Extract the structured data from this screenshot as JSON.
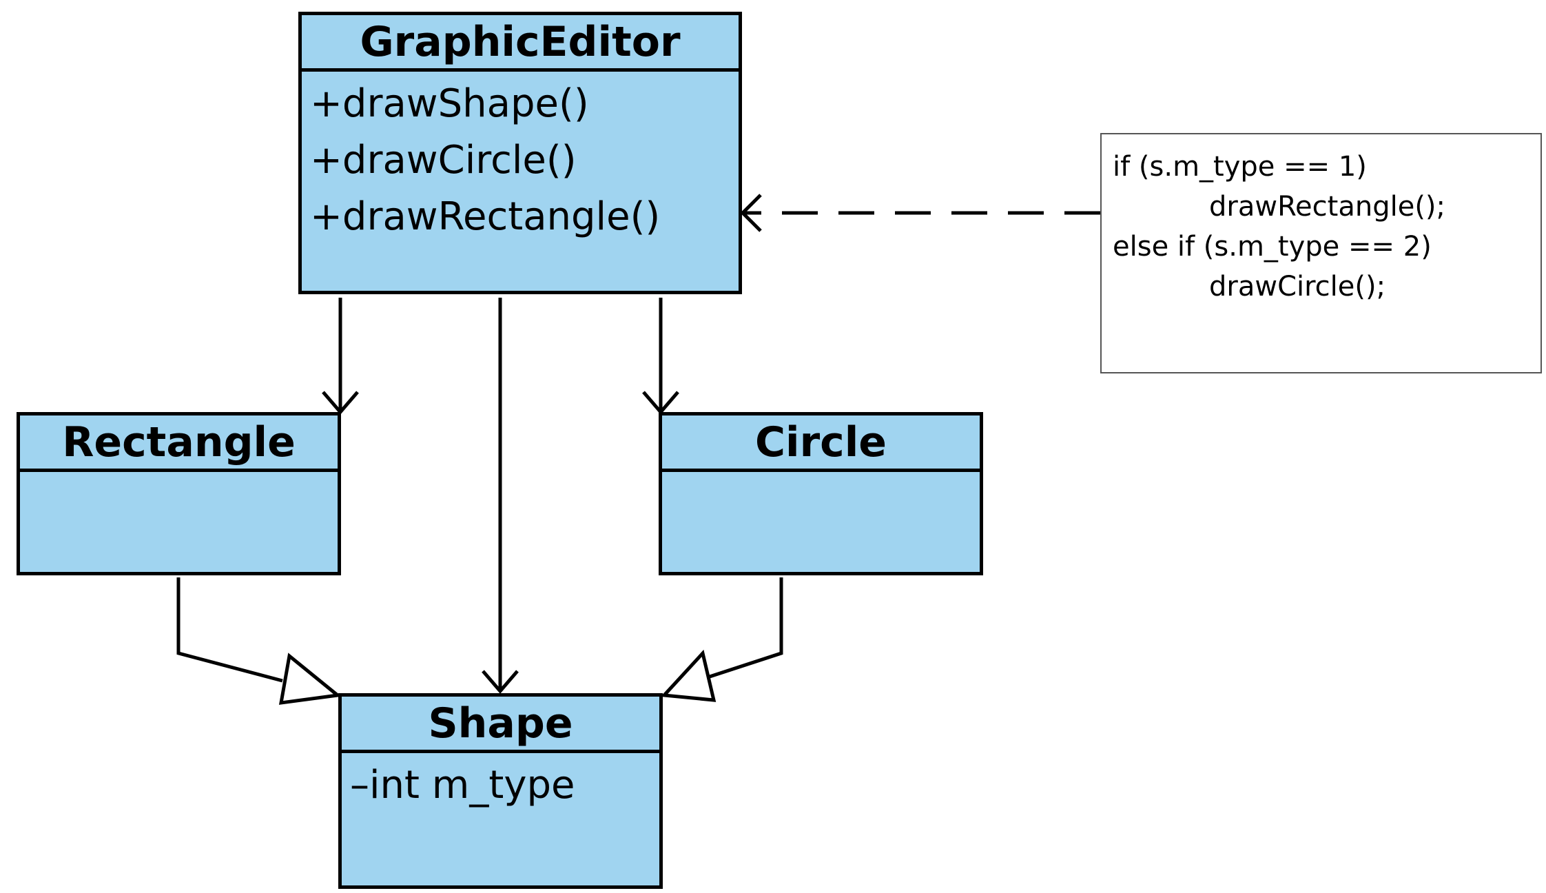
{
  "diagram": {
    "type": "uml-class-diagram",
    "colors": {
      "class_fill": "#a0d4f0",
      "line": "#000000",
      "note_fill": "#ffffff",
      "note_border": "#555555"
    },
    "classes": {
      "graphic_editor": {
        "name": "GraphicEditor",
        "members": [
          "+drawShape()",
          "+drawCircle()",
          "+drawRectangle()"
        ]
      },
      "rectangle": {
        "name": "Rectangle",
        "members": []
      },
      "circle": {
        "name": "Circle",
        "members": []
      },
      "shape": {
        "name": "Shape",
        "members": [
          "–int m_type"
        ]
      }
    },
    "note": {
      "lines": [
        "if (s.m_type == 1)",
        "drawRectangle();",
        "else if (s.m_type == 2)",
        "drawCircle();"
      ]
    },
    "relations": [
      {
        "from": "GraphicEditor",
        "to": "Rectangle",
        "kind": "association"
      },
      {
        "from": "GraphicEditor",
        "to": "Shape",
        "kind": "association"
      },
      {
        "from": "GraphicEditor",
        "to": "Circle",
        "kind": "association"
      },
      {
        "from": "Rectangle",
        "to": "Shape",
        "kind": "generalization"
      },
      {
        "from": "Circle",
        "to": "Shape",
        "kind": "generalization"
      },
      {
        "from": "note",
        "to": "GraphicEditor",
        "kind": "dependency"
      }
    ]
  }
}
